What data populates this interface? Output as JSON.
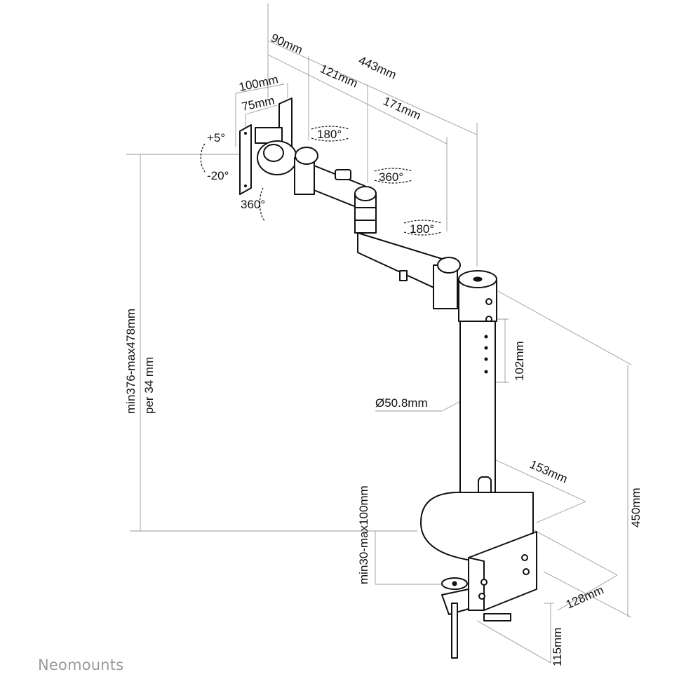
{
  "brand": "Neomounts",
  "labels": {
    "top_total": "443mm",
    "top_90": "90mm",
    "top_121": "121mm",
    "top_171": "171mm",
    "vesa_100": "100mm",
    "vesa_75": "75mm",
    "tilt_up": "+5°",
    "tilt_down": "-20°",
    "rot_plate": "360°",
    "rot_joint1": "180°",
    "rot_joint2": "360°",
    "rot_joint3": "180°",
    "height_range": "min376-max478mm",
    "height_step": "per 34 mm",
    "hole_spacing": "102mm",
    "pole_diameter": "Ø50.8mm",
    "base_width": "153mm",
    "pole_height": "450mm",
    "desk_range": "min30-max100mm",
    "base_depth": "128mm",
    "clamp_height": "115mm"
  }
}
